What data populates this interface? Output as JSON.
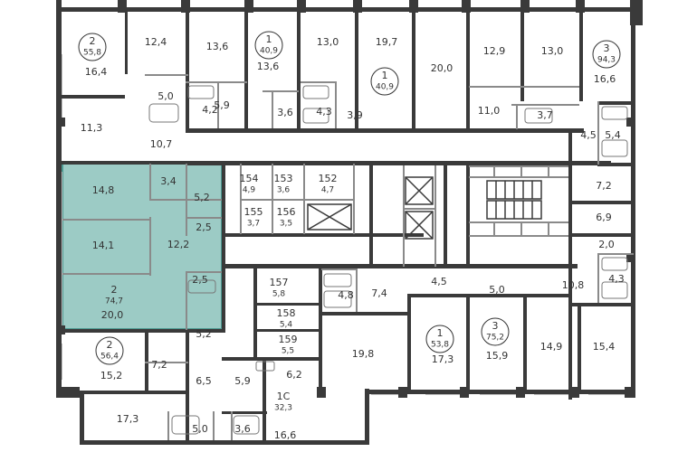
{
  "colors": {
    "wall": "#3a3a3a",
    "partition": "#8a8a8a",
    "highlight_fill": "#9ccbc5",
    "highlight_stroke": "#4e9a92",
    "text": "#333333",
    "window": "#bfbfbf"
  },
  "highlighted_apartment": {
    "rooms": "2",
    "area": "74,7",
    "room_areas": [
      "14,8",
      "3,4",
      "5,2",
      "14,1",
      "2,5",
      "12,2",
      "2,5",
      "20,0"
    ]
  },
  "apartment_badges": [
    {
      "rooms": "2",
      "area": "55,8"
    },
    {
      "rooms": "1",
      "area": "40,9"
    },
    {
      "rooms": "1",
      "area": "40,9"
    },
    {
      "rooms": "3",
      "area": "94,3"
    },
    {
      "rooms": "154",
      "area": "4,9"
    },
    {
      "rooms": "153",
      "area": "3,6"
    },
    {
      "rooms": "152",
      "area": "4,7"
    },
    {
      "rooms": "155",
      "area": "3,7"
    },
    {
      "rooms": "156",
      "area": "3,5"
    },
    {
      "rooms": "2",
      "area": "74,7"
    },
    {
      "rooms": "157",
      "area": "5,8"
    },
    {
      "rooms": "158",
      "area": "5,4"
    },
    {
      "rooms": "159",
      "area": "5,5"
    },
    {
      "rooms": "2",
      "area": "56,4"
    },
    {
      "rooms": "1С",
      "area": "32,3"
    },
    {
      "rooms": "1",
      "area": "53,8"
    },
    {
      "rooms": "3",
      "area": "75,2"
    }
  ],
  "room_labels": [
    "16,4",
    "12,4",
    "13,6",
    "13,6",
    "13,0",
    "19,7",
    "20,0",
    "12,9",
    "13,0",
    "16,6",
    "5,0",
    "4,2",
    "5,9",
    "3,6",
    "4,3",
    "3,9",
    "11,0",
    "3,7",
    "4,5",
    "5,4",
    "11,3",
    "10,7",
    "7,2",
    "6,9",
    "2,0",
    "4,3",
    "10,8",
    "5,0",
    "4,5",
    "7,4",
    "4,8",
    "15,2",
    "7,2",
    "5,2",
    "6,5",
    "5,9",
    "6,2",
    "19,8",
    "17,3",
    "15,9",
    "14,9",
    "15,4",
    "17,3",
    "5,0",
    "3,6",
    "16,6"
  ]
}
